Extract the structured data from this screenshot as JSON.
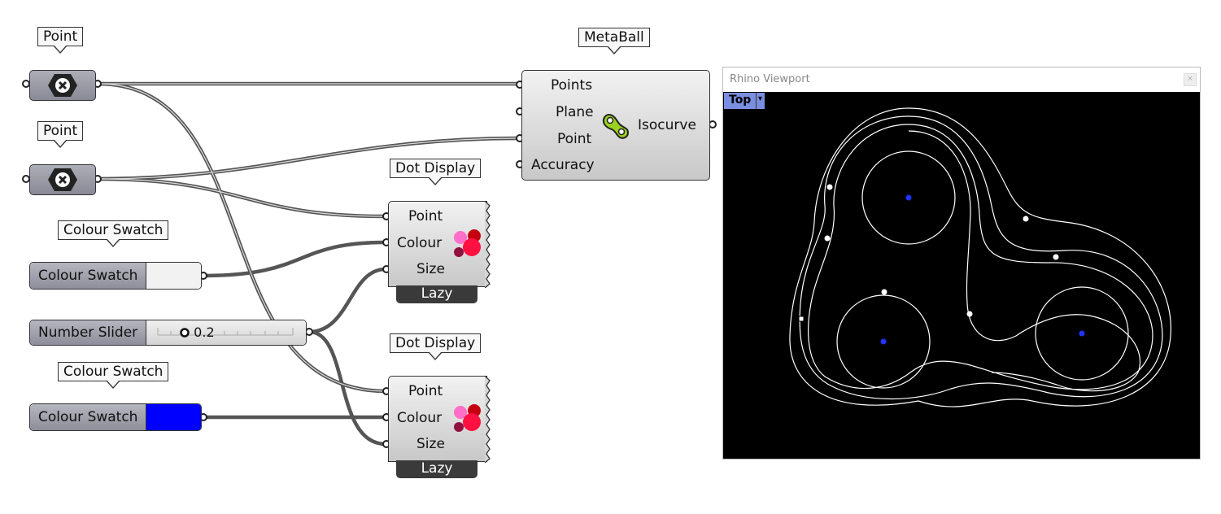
{
  "callouts": {
    "point1": "Point",
    "point2": "Point",
    "swatch1": "Colour Swatch",
    "swatch2": "Colour Swatch",
    "metaball": "MetaBall",
    "dot1": "Dot Display",
    "dot2": "Dot Display"
  },
  "swatches": [
    {
      "label": "Colour Swatch",
      "color": "#f2f2f2"
    },
    {
      "label": "Colour Swatch",
      "color": "#0000ff"
    }
  ],
  "slider": {
    "label": "Number Slider",
    "value": "0.2"
  },
  "metaball": {
    "inputs": [
      "Points",
      "Plane",
      "Point",
      "Accuracy"
    ],
    "output": "Isocurve"
  },
  "dot_display": {
    "inputs": [
      "Point",
      "Colour",
      "Size"
    ],
    "footer": "Lazy"
  },
  "viewport": {
    "title": "Rhino Viewport",
    "view": "Top",
    "point_color": "#0000ff"
  }
}
